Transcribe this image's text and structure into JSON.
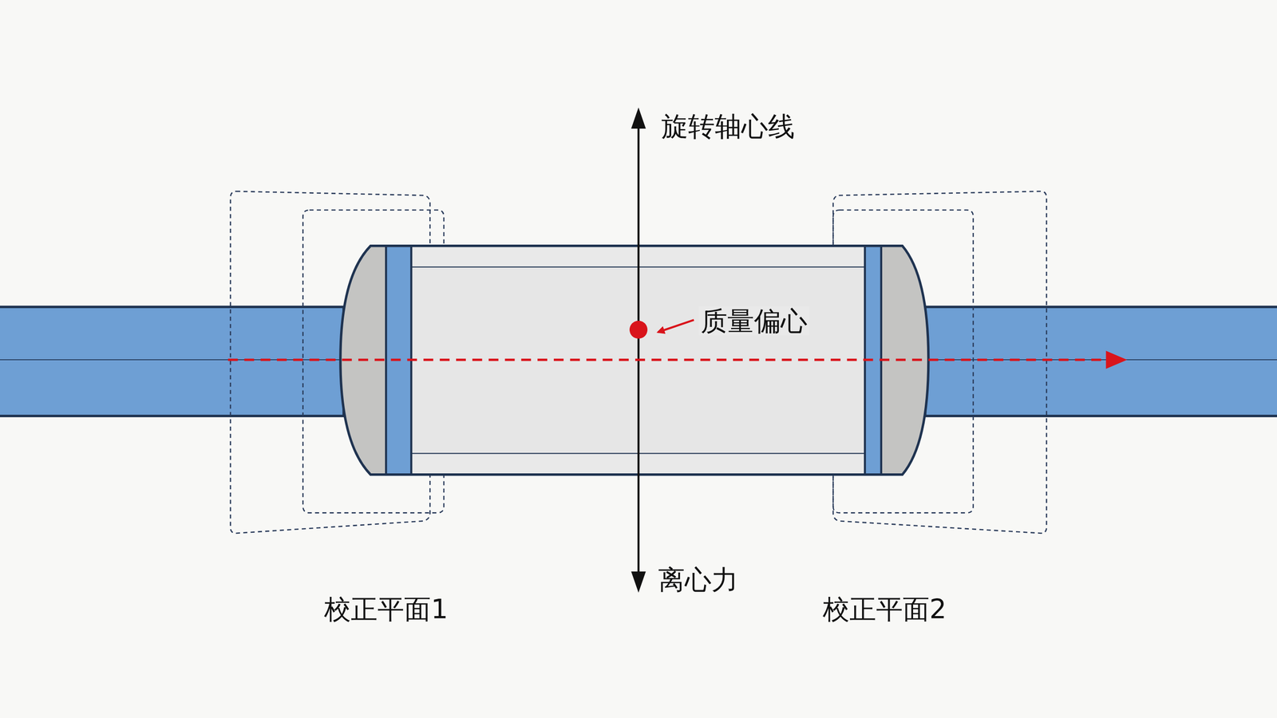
{
  "diagram": {
    "labels": [
      "旋转轴心线",
      "质量偏心",
      "离心力",
      "校正平面1",
      "校正平面2"
    ]
  }
}
